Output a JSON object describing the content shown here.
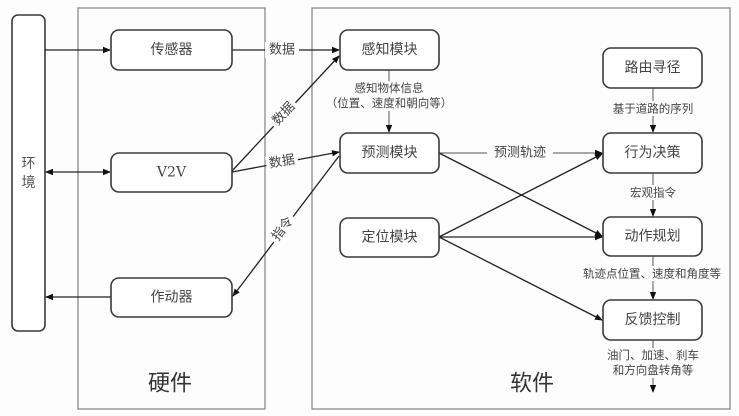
{
  "environment": {
    "label_line1": "环",
    "label_line2": "境"
  },
  "hardware": {
    "title": "硬件",
    "nodes": {
      "sensor": "传感器",
      "v2v": "V2V",
      "actuator": "作动器"
    }
  },
  "software": {
    "title": "软件",
    "nodes": {
      "perception": "感知模块",
      "prediction": "预测模块",
      "localization": "定位模块",
      "routing": "路由寻径",
      "behavior": "行为决策",
      "motion": "动作规划",
      "control": "反馈控制"
    }
  },
  "edges": {
    "sensor_to_perception": "数据",
    "v2v_to_perception": "数据",
    "v2v_to_prediction": "数据",
    "prediction_to_actuator": "指令",
    "perception_to_prediction_line1": "感知物体信息",
    "perception_to_prediction_line2": "（位置、速度和朝向等）",
    "prediction_to_behavior": "预测轨迹",
    "routing_to_behavior": "基于道路的序列",
    "behavior_to_motion": "宏观指令",
    "motion_to_control": "轨迹点位置、速度和角度等",
    "control_out_line1": "油门、加速、刹车",
    "control_out_line2": "和方向盘转角等"
  }
}
